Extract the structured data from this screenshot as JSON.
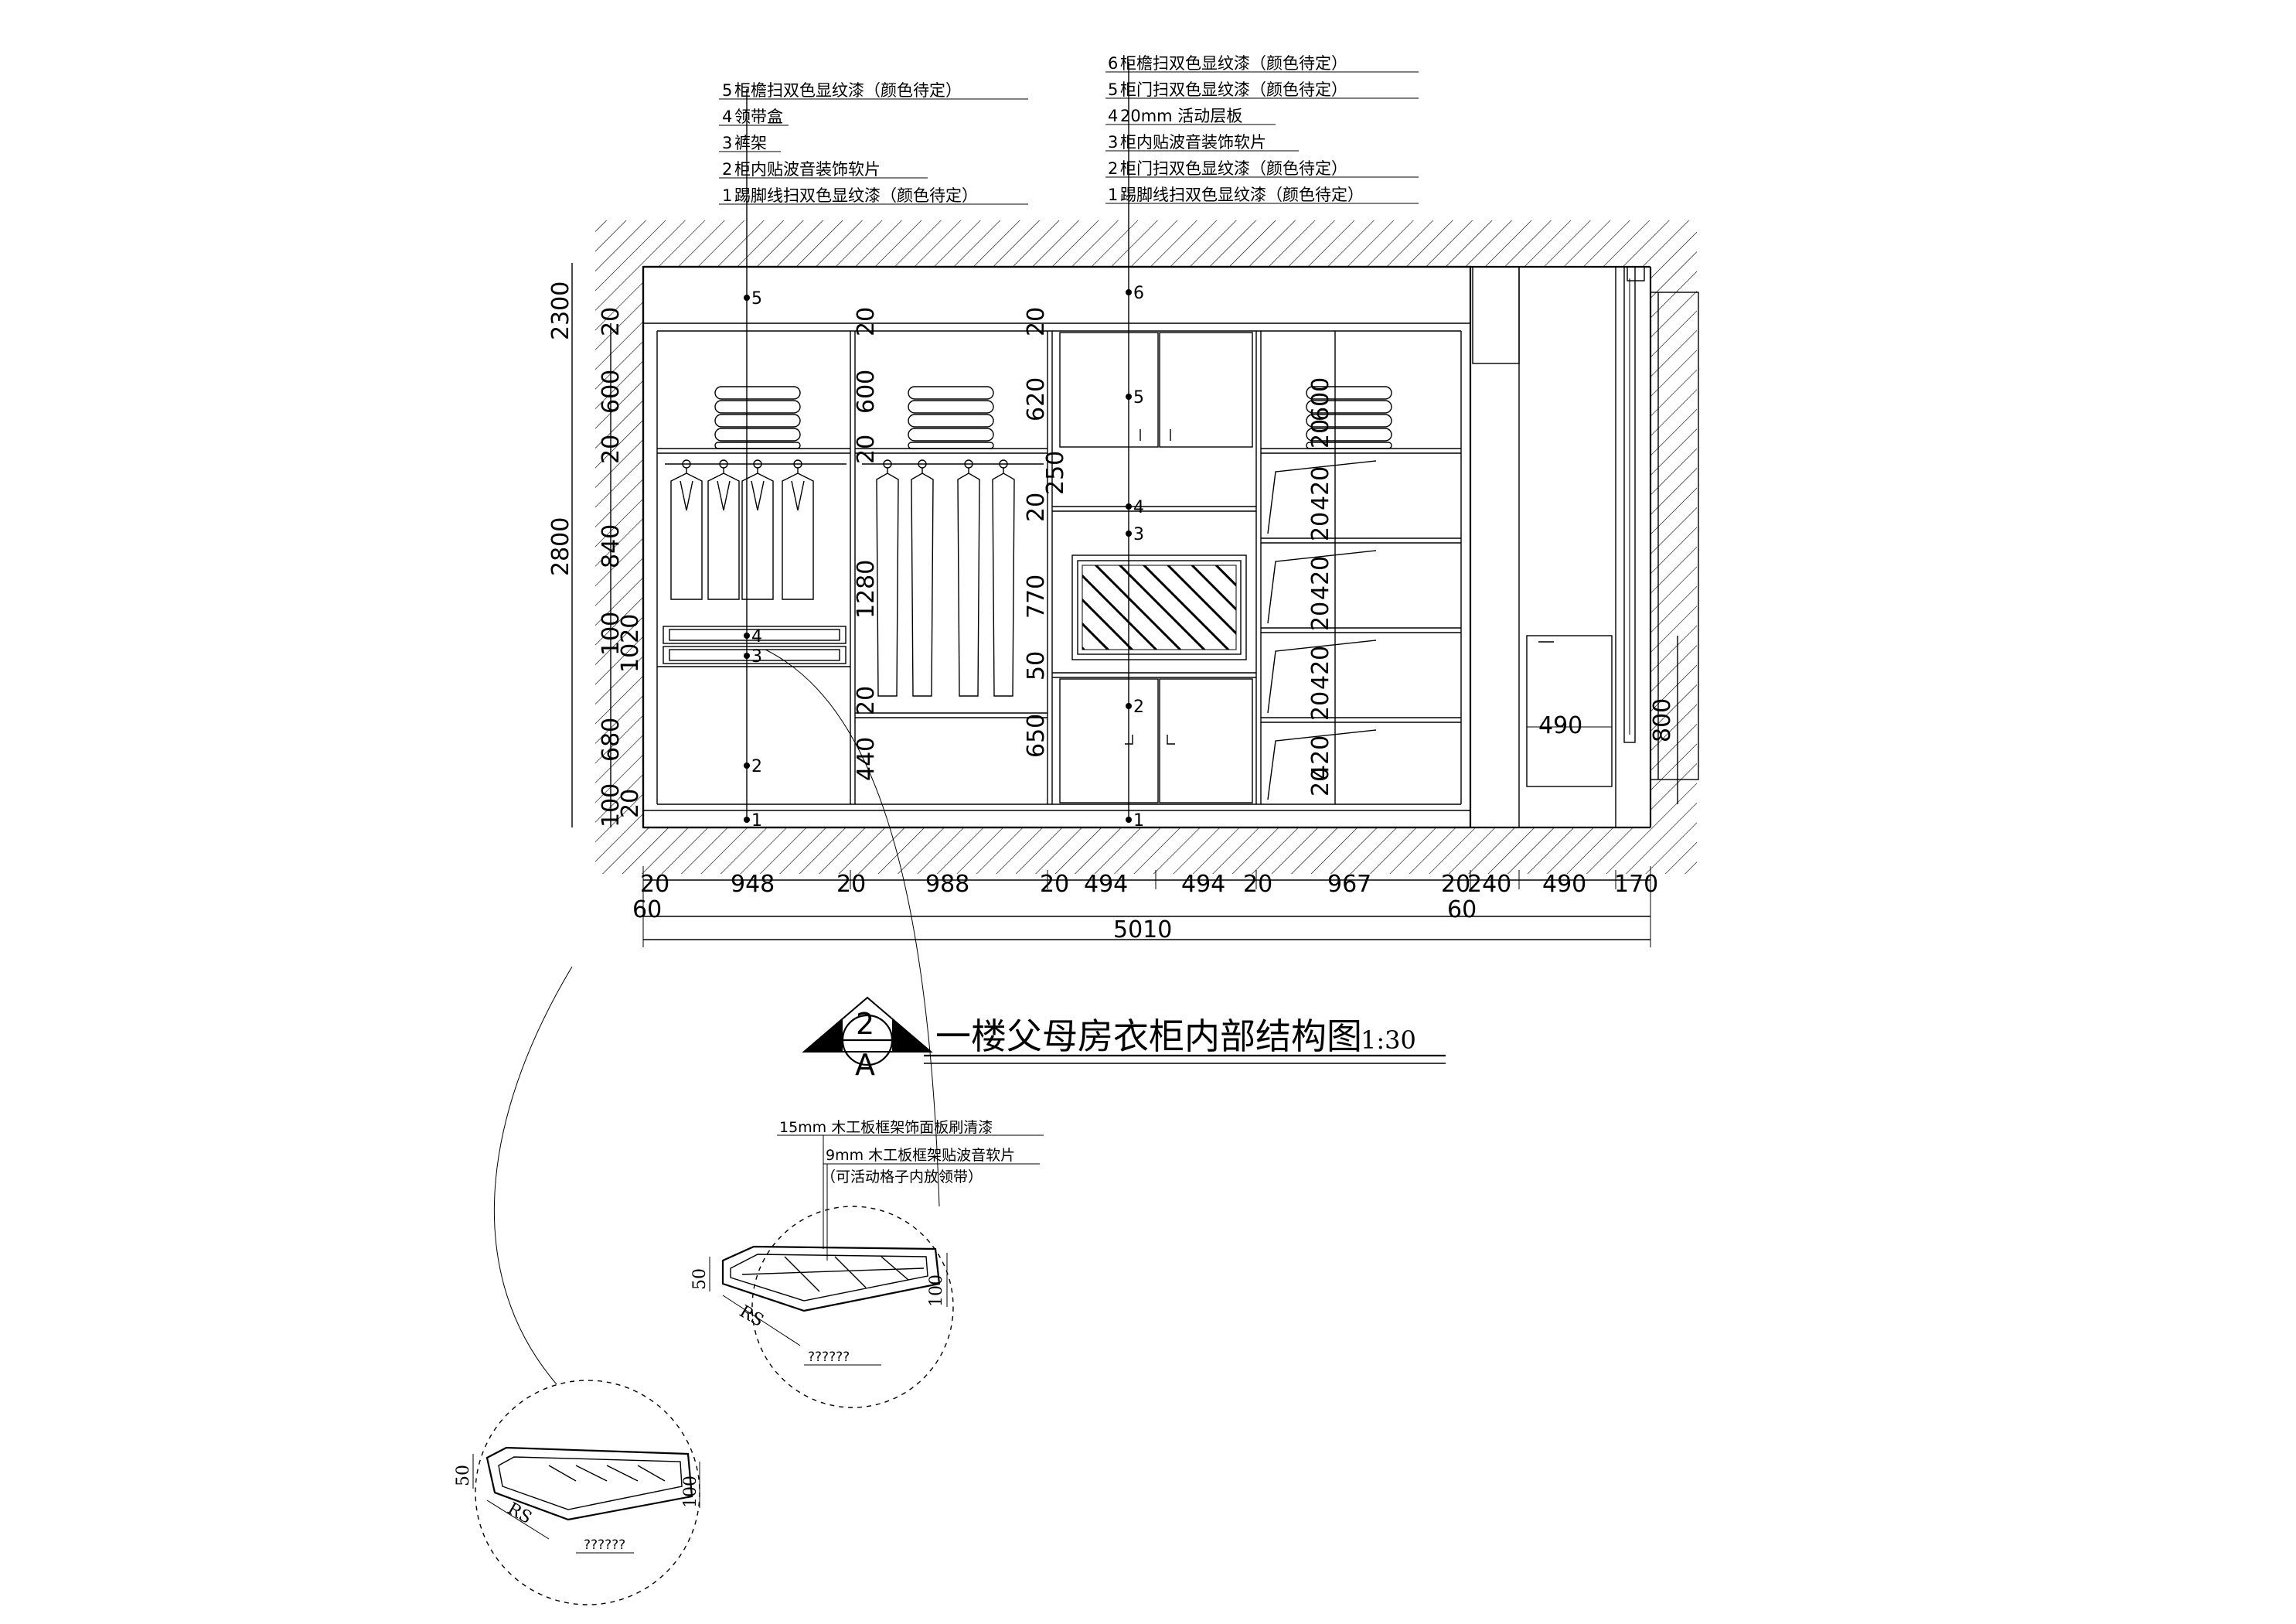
{
  "title": {
    "number": "2",
    "letter": "A",
    "text": "一楼父母房衣柜内部结构图",
    "scale": "1:30"
  },
  "left_callouts": [
    {
      "num": "5",
      "text": "柜檐扫双色显纹漆（颜色待定）"
    },
    {
      "num": "4",
      "text": "领带盒"
    },
    {
      "num": "3",
      "text": "裤架"
    },
    {
      "num": "2",
      "text": "柜内贴波音装饰软片"
    },
    {
      "num": "1",
      "text": "踢脚线扫双色显纹漆（颜色待定）"
    }
  ],
  "right_callouts": [
    {
      "num": "6",
      "text": "柜檐扫双色显纹漆（颜色待定）"
    },
    {
      "num": "5",
      "text": "柜门扫双色显纹漆（颜色待定）"
    },
    {
      "num": "4",
      "text": "20mm 活动层板"
    },
    {
      "num": "3",
      "text": "柜内贴波音装饰软片"
    },
    {
      "num": "2",
      "text": "柜门扫双色显纹漆（颜色待定）"
    },
    {
      "num": "1",
      "text": "踢脚线扫双色显纹漆（颜色待定）"
    }
  ],
  "markers": {
    "left": [
      "5",
      "4",
      "3",
      "2",
      "1"
    ],
    "right": [
      "6",
      "5",
      "4",
      "3",
      "2",
      "1"
    ]
  },
  "dims_left": {
    "overall": [
      "2300",
      "2800"
    ],
    "stack": [
      "20",
      "600",
      "20",
      "840",
      "100",
      "1020",
      "680",
      "20",
      "100"
    ]
  },
  "dims_inner": {
    "col2": [
      "20",
      "600",
      "20",
      "1280",
      "20",
      "440"
    ],
    "col3": [
      "20",
      "620",
      "250",
      "20",
      "770",
      "50",
      "650"
    ],
    "col4_a": [
      "600",
      "20"
    ],
    "col4_b": [
      "420",
      "20",
      "420",
      "20",
      "420",
      "20",
      "420",
      "20"
    ],
    "side": [
      "490",
      "800"
    ]
  },
  "dims_bottom": {
    "row1": [
      "20",
      "948",
      "20",
      "988",
      "20",
      "494",
      "494",
      "20",
      "967",
      "20",
      "240",
      "490",
      "170"
    ],
    "row2_left": "60",
    "row2_right": "60",
    "total": "5010"
  },
  "detail_top": {
    "note1": "15mm 木工板框架饰面板刷清漆",
    "note2": "9mm 木工板框架贴波音软片",
    "note3": "（可活动格子内放领带）",
    "dim_h": "50",
    "dim_w": "100",
    "dim_r": "RS",
    "caption": "??????"
  },
  "detail_bottom": {
    "dim_h": "50",
    "dim_w": "100",
    "dim_r": "RS",
    "caption": "??????"
  }
}
